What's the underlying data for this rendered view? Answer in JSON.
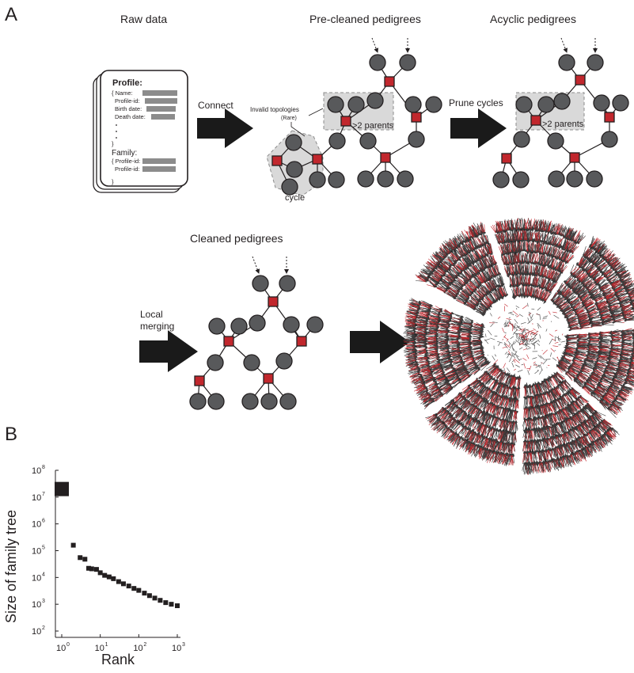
{
  "panel_a": {
    "label": "A",
    "stage_titles": {
      "raw": "Raw data",
      "precleaned": "Pre-cleaned pedigrees",
      "acyclic": "Acyclic pedigrees",
      "cleaned": "Cleaned pedigrees"
    },
    "arrows": {
      "connect": "Connect",
      "prune": "Prune cycles",
      "local1": "Local",
      "local2": "merging"
    },
    "profile_card": {
      "heading": "Profile:",
      "line_name": "{ Name:",
      "line_profile_id": "Profile-id:",
      "line_birth": "Birth date:",
      "line_death": "Death date:",
      "close": "}",
      "family_heading": "Family:",
      "family_line1": "{ Profile-id:",
      "family_line2": "Profile-id:"
    },
    "annotations": {
      "invalid": "Invalid topologies",
      "rare": "(Rare)",
      "cycle": "cycle",
      "two_parents": ">2 parents",
      "two_parents_acyclic": ">2 parents"
    },
    "colors": {
      "node": "#58595b",
      "union": "#c1272d",
      "highlight": "#d9d9d9"
    }
  },
  "panel_b": {
    "label": "B",
    "chart_data": {
      "type": "scatter",
      "xlabel": "Rank",
      "ylabel": "Size of family tree",
      "xscale": "log",
      "yscale": "log",
      "xlim": [
        1,
        1000
      ],
      "ylim": [
        100,
        100000000
      ],
      "x_ticks": [
        "10",
        "10",
        "10",
        "10"
      ],
      "x_tick_exponents": [
        "0",
        "1",
        "2",
        "3"
      ],
      "y_ticks": [
        "10",
        "10",
        "10",
        "10",
        "10",
        "10",
        "10"
      ],
      "y_tick_exponents": [
        "2",
        "3",
        "4",
        "5",
        "6",
        "7",
        "8"
      ],
      "points": [
        {
          "x": 1,
          "y": 20000000,
          "marker": "large"
        },
        {
          "x": 2,
          "y": 160000
        },
        {
          "x": 3,
          "y": 55000
        },
        {
          "x": 4,
          "y": 48000
        },
        {
          "x": 5,
          "y": 22000
        },
        {
          "x": 6,
          "y": 21000
        },
        {
          "x": 8,
          "y": 20000
        },
        {
          "x": 10,
          "y": 15000
        },
        {
          "x": 13,
          "y": 12000
        },
        {
          "x": 17,
          "y": 10500
        },
        {
          "x": 22,
          "y": 9000
        },
        {
          "x": 30,
          "y": 7000
        },
        {
          "x": 40,
          "y": 5800
        },
        {
          "x": 55,
          "y": 4800
        },
        {
          "x": 75,
          "y": 3900
        },
        {
          "x": 100,
          "y": 3300
        },
        {
          "x": 140,
          "y": 2600
        },
        {
          "x": 190,
          "y": 2100
        },
        {
          "x": 260,
          "y": 1700
        },
        {
          "x": 360,
          "y": 1400
        },
        {
          "x": 500,
          "y": 1150
        },
        {
          "x": 700,
          "y": 1000
        },
        {
          "x": 1000,
          "y": 880
        }
      ]
    }
  }
}
